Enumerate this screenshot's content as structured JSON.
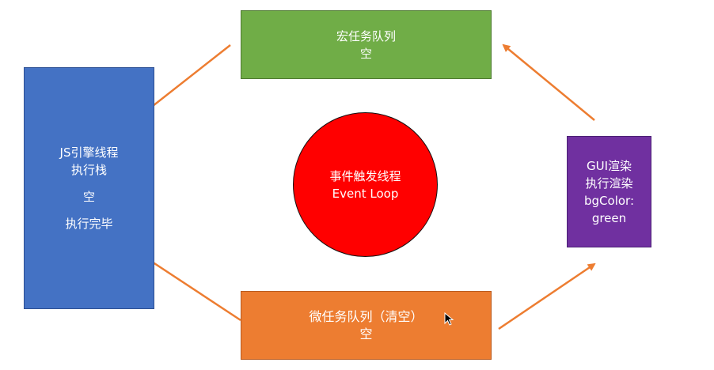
{
  "colors": {
    "macro_queue": "#70ad47",
    "js_engine": "#4472c4",
    "micro_queue": "#ed7d31",
    "gui_render": "#7030a0",
    "event_loop": "#ff0000",
    "arrow": "#ed7d31"
  },
  "macro_queue": {
    "title": "宏任务队列",
    "status": "空"
  },
  "js_engine": {
    "title": "JS引擎线程",
    "subtitle": "执行栈",
    "status": "空",
    "state": "执行完毕"
  },
  "event_loop": {
    "title": "事件触发线程",
    "subtitle": "Event Loop"
  },
  "gui_render": {
    "title": "GUI渲染",
    "action": "执行渲染",
    "prop": "bgColor:",
    "value": "green"
  },
  "micro_queue": {
    "title": "微任务队列（清空）",
    "status": "空"
  },
  "icons": {
    "cursor": "mouse-cursor-icon"
  }
}
